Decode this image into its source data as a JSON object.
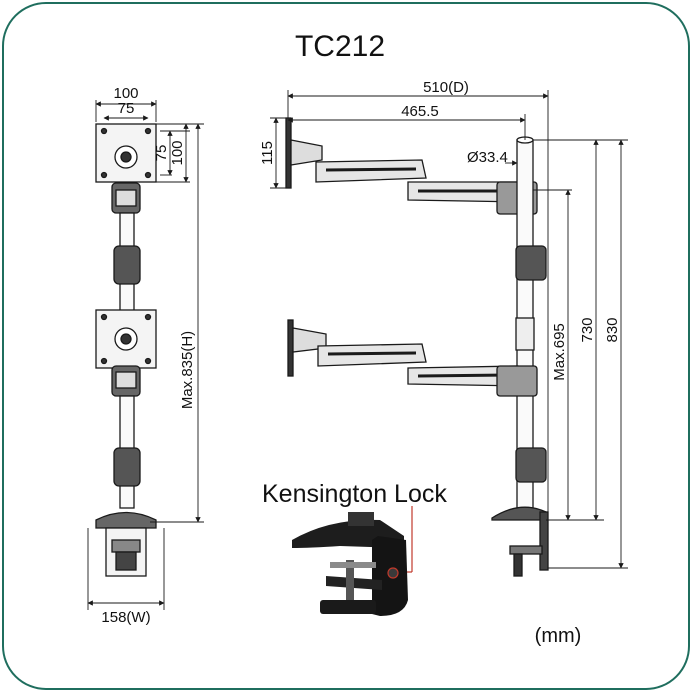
{
  "title": "TC212",
  "callout": "Kensington Lock",
  "units": "(mm)",
  "dims": {
    "vesa_w100": "100",
    "vesa_w75": "75",
    "vesa_h75": "75",
    "vesa_h100": "100",
    "height_max": "Max.835(H)",
    "base_width": "158(W)",
    "depth_total": "510(D)",
    "reach": "465.5",
    "bracket_height": "115",
    "pole_diameter": "Ø33.4",
    "max_695": "Max.695",
    "h730": "730",
    "h830": "830"
  },
  "colors": {
    "frame": "#1f6e5e",
    "line": "#1a1a1a",
    "accent": "#c0392b"
  }
}
